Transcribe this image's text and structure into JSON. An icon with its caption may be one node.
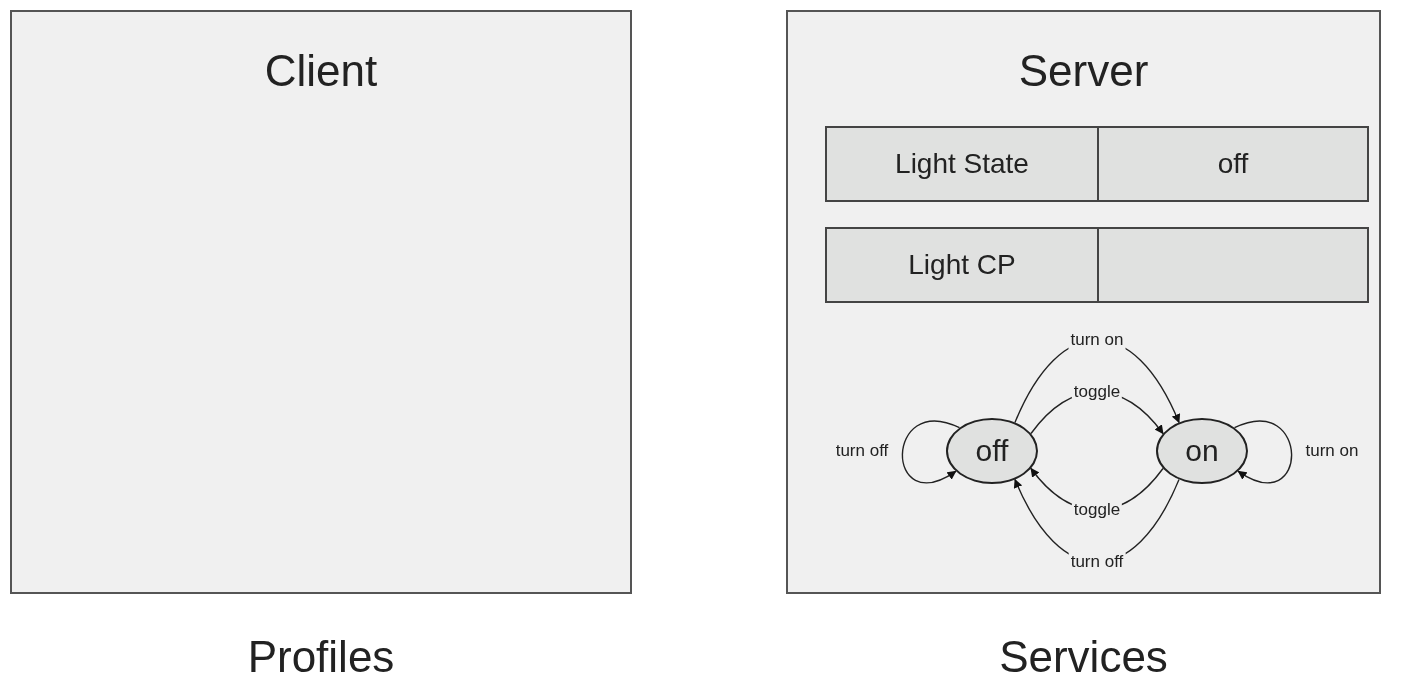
{
  "diagram": {
    "nodes": [
      {
        "text": [
          "Client"
        ],
        "beside": [
          "Profiles"
        ]
      },
      {
        "text": [
          "Server"
        ],
        "beside": [
          "Services"
        ]
      },
      {
        "text": [
          "Light State"
        ],
        "in": 1
      },
      {
        "text": [
          "off"
        ],
        "in": 1
      },
      {
        "text": [
          "Light CP"
        ],
        "in": 1
      },
      {
        "text": [],
        "shape": "box",
        "in": 1
      },
      {
        "text": [
          "off"
        ],
        "in": 1
      },
      {
        "text": [
          "on"
        ],
        "in": 1
      }
    ],
    "edges": [
      {
        "from": 6,
        "to": 6,
        "arrow": "to",
        "label": "turn off"
      },
      {
        "from": 6,
        "to": 7,
        "arrow": "to",
        "label": "toggle"
      },
      {
        "from": 6,
        "to": 7,
        "arrow": "to",
        "label": "turn on"
      },
      {
        "from": 7,
        "to": 6,
        "arrow": "to",
        "label": "toggle"
      },
      {
        "from": 7,
        "to": 6,
        "arrow": "to",
        "label": "turn off"
      },
      {
        "from": 7,
        "to": 7,
        "arrow": "to",
        "label": "turn on"
      }
    ]
  }
}
